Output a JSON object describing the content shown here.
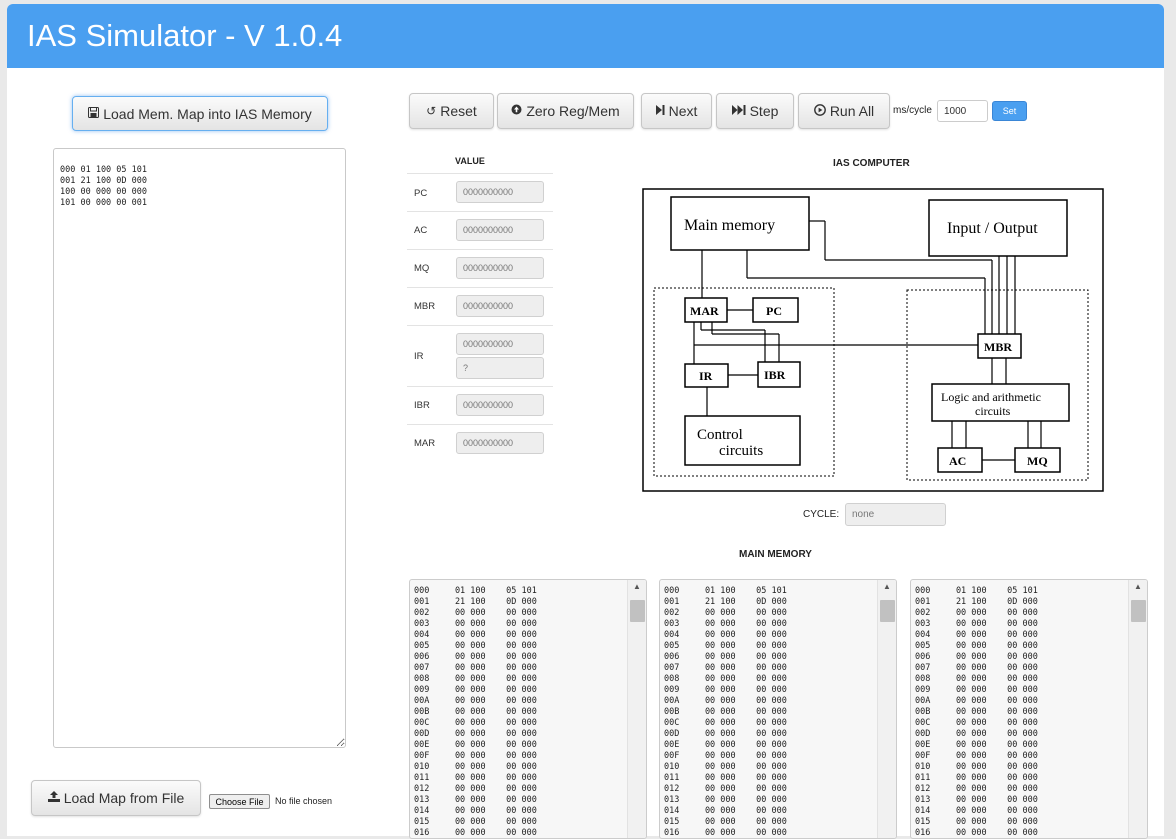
{
  "app": {
    "title": "IAS Simulator - V 1.0.4"
  },
  "left": {
    "load_mem_label": "Load Mem. Map into IAS Memory",
    "mem_map_text": "000 01 100 05 101\n001 21 100 0D 000\n100 00 000 00 000\n101 00 000 00 001",
    "load_file_label": "Load Map from File",
    "choose_file_label": "Choose File",
    "no_file_label": "No file chosen"
  },
  "toolbar": {
    "reset_label": "Reset",
    "zero_label": "Zero Reg/Mem",
    "next_label": "Next",
    "step_label": "Step",
    "run_all_label": "Run All",
    "ms_cycle_label": "ms/cycle",
    "ms_cycle_value": "1000",
    "set_label": "Set"
  },
  "registers": {
    "header": "VALUE",
    "pc": {
      "label": "PC",
      "value": "0000000000"
    },
    "ac": {
      "label": "AC",
      "value": "0000000000"
    },
    "mq": {
      "label": "MQ",
      "value": "0000000000"
    },
    "mbr": {
      "label": "MBR",
      "value": "0000000000"
    },
    "ir": {
      "label": "IR",
      "value": "0000000000",
      "opcode": "?"
    },
    "ibr": {
      "label": "IBR",
      "value": "0000000000"
    },
    "mar": {
      "label": "MAR",
      "value": "0000000000"
    }
  },
  "diagram": {
    "title": "IAS COMPUTER",
    "main_memory": "Main memory",
    "io": "Input / Output",
    "mar": "MAR",
    "pc": "PC",
    "ir": "IR",
    "ibr": "IBR",
    "control_1": "Control",
    "control_2": "circuits",
    "mbr": "MBR",
    "alu_1": "Logic and arithmetic",
    "alu_2": "circuits",
    "ac": "AC",
    "mq": "MQ"
  },
  "cycle": {
    "label": "CYCLE:",
    "value": "none"
  },
  "memory": {
    "title": "MAIN MEMORY",
    "rows": [
      [
        "000",
        "01 100",
        "05 101"
      ],
      [
        "001",
        "21 100",
        "0D 000"
      ],
      [
        "002",
        "00 000",
        "00 000"
      ],
      [
        "003",
        "00 000",
        "00 000"
      ],
      [
        "004",
        "00 000",
        "00 000"
      ],
      [
        "005",
        "00 000",
        "00 000"
      ],
      [
        "006",
        "00 000",
        "00 000"
      ],
      [
        "007",
        "00 000",
        "00 000"
      ],
      [
        "008",
        "00 000",
        "00 000"
      ],
      [
        "009",
        "00 000",
        "00 000"
      ],
      [
        "00A",
        "00 000",
        "00 000"
      ],
      [
        "00B",
        "00 000",
        "00 000"
      ],
      [
        "00C",
        "00 000",
        "00 000"
      ],
      [
        "00D",
        "00 000",
        "00 000"
      ],
      [
        "00E",
        "00 000",
        "00 000"
      ],
      [
        "00F",
        "00 000",
        "00 000"
      ],
      [
        "010",
        "00 000",
        "00 000"
      ],
      [
        "011",
        "00 000",
        "00 000"
      ],
      [
        "012",
        "00 000",
        "00 000"
      ],
      [
        "013",
        "00 000",
        "00 000"
      ],
      [
        "014",
        "00 000",
        "00 000"
      ],
      [
        "015",
        "00 000",
        "00 000"
      ],
      [
        "016",
        "00 000",
        "00 000"
      ]
    ]
  },
  "colors": {
    "header": "#4a9ff0",
    "set_button": "#4a9ff0",
    "page_bg": "#e9e9e9"
  }
}
